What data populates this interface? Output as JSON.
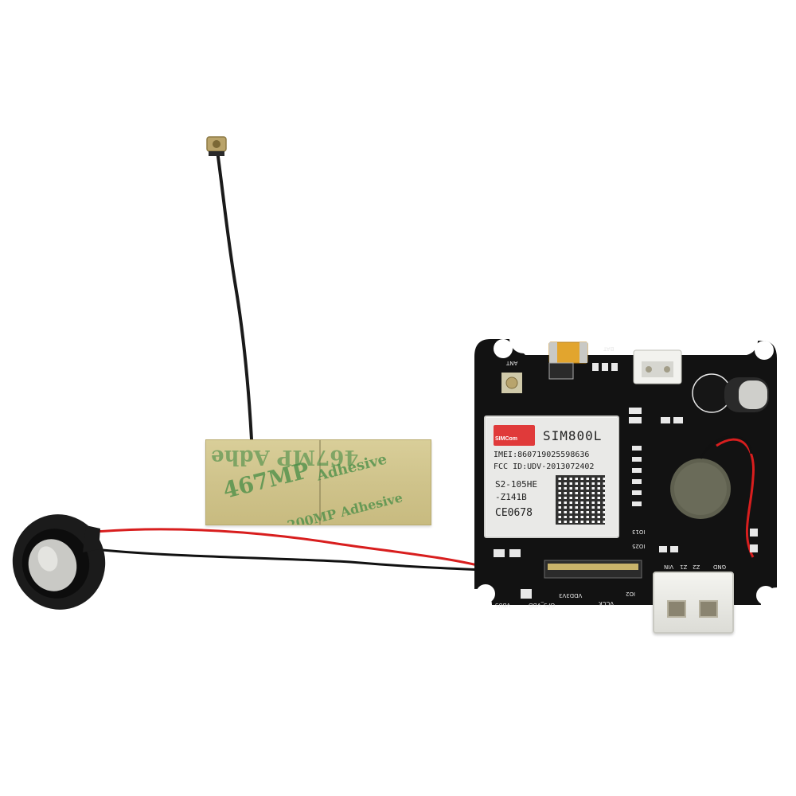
{
  "antenna_tape": {
    "print_upside_down": "467MP Adhe",
    "print_large": "467MP",
    "print_adhesive": "Adhesive",
    "print_bottom": "200MP Adhesive"
  },
  "module": {
    "brand": "SIMCom",
    "model": "SIM800L",
    "imei": "IMEI:860719025598636",
    "fcc": "FCC ID:UDV-2013072402",
    "code_line1": "S2-105HE",
    "code_line2": "-Z141B",
    "ce_mark": "CE0678"
  },
  "silkscreen": {
    "ant": "ANT",
    "bat": "BAT",
    "io13": "IO13",
    "io25": "IO25",
    "io2": "IO2",
    "vbus": "VBUS",
    "gps_vdd": "GPS_VDD",
    "vdd3v3": "VDD3V3",
    "vcck": "VCCK",
    "gnd": "GND",
    "z1": "Z1",
    "z2": "Z2",
    "vin": "VIN"
  },
  "colors": {
    "pcb": "#111111",
    "tape": "#cfc38b",
    "wire_red": "#d81e1e",
    "wire_black": "#111111",
    "vibration_motor": "#5f604f"
  }
}
